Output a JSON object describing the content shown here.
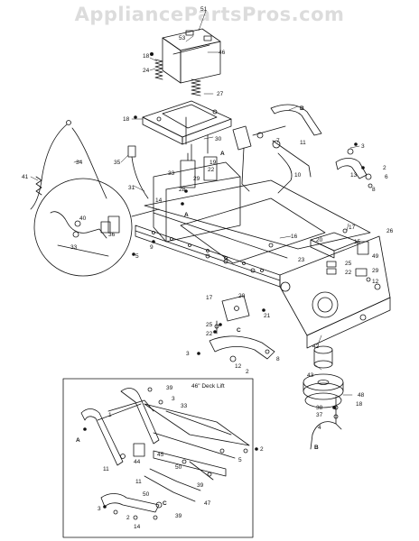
{
  "watermark": "AppliancePartsPros.com",
  "inset_title": "46\" Deck Lift",
  "callouts": {
    "c51": "51",
    "c53": "53",
    "c46": "46",
    "c18a": "18",
    "c24": "24",
    "c27": "27",
    "c18b": "18",
    "c30": "30",
    "c34": "34",
    "c41": "41",
    "c35": "35",
    "c19": "19",
    "c33a": "33",
    "c22a": "22",
    "c28": "28",
    "c29a": "29",
    "c31": "31",
    "c14": "14",
    "c40": "40",
    "c33b": "33",
    "c36": "36",
    "c5a": "5",
    "c9": "9",
    "cA1": "A",
    "cA2": "A",
    "cB1": "B",
    "c11a": "11",
    "c10": "10",
    "c7": "7",
    "c3a": "3",
    "c13": "13",
    "c2a": "2",
    "c6": "6",
    "c8a": "8",
    "c16": "16",
    "c17a": "17",
    "c20a": "20",
    "c15": "15",
    "c26": "26",
    "c23": "23",
    "c49": "49",
    "c25a": "25",
    "c22b": "22",
    "c29b": "29",
    "c12a": "12",
    "c17b": "17",
    "c20b": "20",
    "c21": "21",
    "c25b": "25",
    "c22c": "22",
    "cC": "C",
    "c3b": "3",
    "c12b": "12",
    "c2b": "2",
    "c8b": "8",
    "c42": "42",
    "c43": "43",
    "c48": "48",
    "c18c": "18",
    "c38": "38",
    "c37": "37",
    "c4": "4",
    "cB2": "B",
    "c39a": "39",
    "c3c": "3",
    "c33c": "33",
    "c1": "1",
    "cA3": "A",
    "c45": "45",
    "c11b": "11",
    "c44": "44",
    "c2c": "2",
    "c5b": "5",
    "c50a": "50",
    "c39b": "39",
    "c11c": "11",
    "c47": "47",
    "c50b": "50",
    "c3d": "3",
    "c2d": "2",
    "c14b": "14",
    "c39c": "39",
    "cC2": "C"
  }
}
